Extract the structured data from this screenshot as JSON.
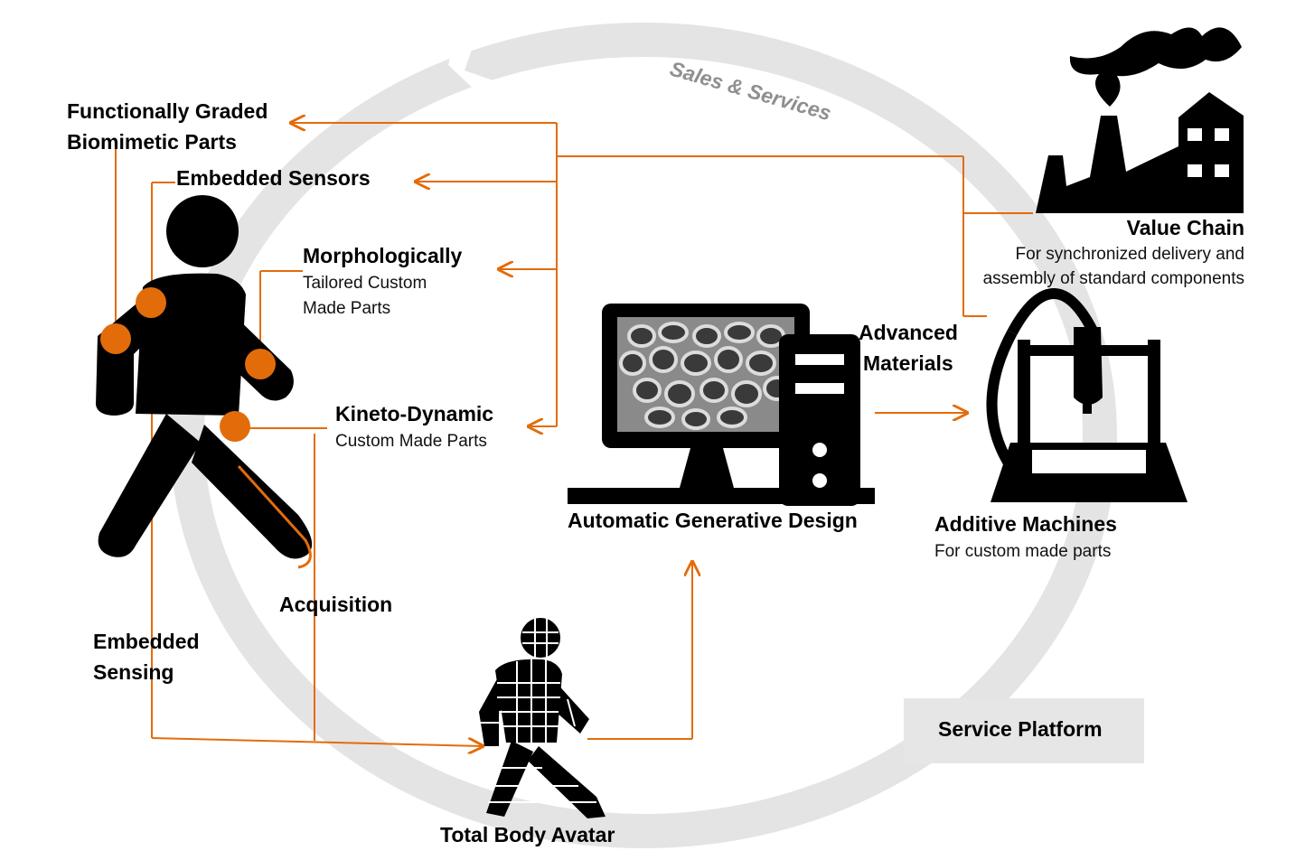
{
  "cycle": {
    "sales_services": "Sales & Services",
    "service_platform": "Service Platform"
  },
  "labels": {
    "functionally_graded_line1": "Functionally Graded",
    "functionally_graded_line2": "Biomimetic Parts",
    "embedded_sensors": "Embedded Sensors",
    "morphologically_title": "Morphologically",
    "morphologically_line1": "Tailored Custom",
    "morphologically_line2": "Made Parts",
    "kineto_title": "Kineto-Dynamic",
    "kineto_sub": "Custom Made Parts",
    "acquisition": "Acquisition",
    "embedded_sensing_line1": "Embedded",
    "embedded_sensing_line2": "Sensing",
    "total_body_avatar": "Total Body Avatar",
    "automatic_generative_design": "Automatic Generative Design",
    "advanced_line1": "Advanced",
    "advanced_line2": "Materials",
    "additive_title": "Additive Machines",
    "additive_sub": "For custom made parts",
    "value_chain_title": "Value Chain",
    "value_chain_line1": "For synchronized delivery and",
    "value_chain_line2": "assembly of standard components"
  },
  "icons": {
    "walking_person": "walking-person-icon",
    "avatar": "mesh-avatar-icon",
    "computer": "computer-icon",
    "printer": "3d-printer-icon",
    "factory": "factory-icon"
  },
  "colors": {
    "accent": "#e36c0a",
    "ring": "#e4e4e4",
    "icon": "#000000",
    "sales_text": "#8f8f8f"
  }
}
